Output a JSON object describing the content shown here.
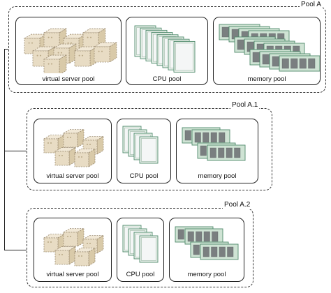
{
  "diagram": {
    "pools": [
      {
        "title": "Pool A",
        "resources": [
          {
            "label": "virtual server pool",
            "icon": "server-stack-icon",
            "count": 9
          },
          {
            "label": "CPU pool",
            "icon": "cpu-stack-icon",
            "count": 8
          },
          {
            "label": "memory pool",
            "icon": "memory-module-stack-icon",
            "count": 12
          }
        ]
      },
      {
        "title": "Pool A.1",
        "resources": [
          {
            "label": "virtual server pool",
            "icon": "server-stack-icon",
            "count": 5
          },
          {
            "label": "CPU pool",
            "icon": "cpu-stack-icon",
            "count": 4
          },
          {
            "label": "memory pool",
            "icon": "memory-module-stack-icon",
            "count": 4
          }
        ]
      },
      {
        "title": "Pool A.2",
        "resources": [
          {
            "label": "virtual server pool",
            "icon": "server-stack-icon",
            "count": 5
          },
          {
            "label": "CPU pool",
            "icon": "cpu-stack-icon",
            "count": 4
          },
          {
            "label": "memory pool",
            "icon": "memory-module-stack-icon",
            "count": 4
          }
        ]
      }
    ],
    "colors": {
      "server_fill": "#e8dcc4",
      "server_edge": "#9a8a70",
      "cpu_fill": "#f4f6f6",
      "cpu_edge": "#4f8a6c",
      "memory_fill": "#cfe3d4",
      "memory_edge": "#4f8a6c",
      "memory_chip": "#7a7f80"
    }
  }
}
